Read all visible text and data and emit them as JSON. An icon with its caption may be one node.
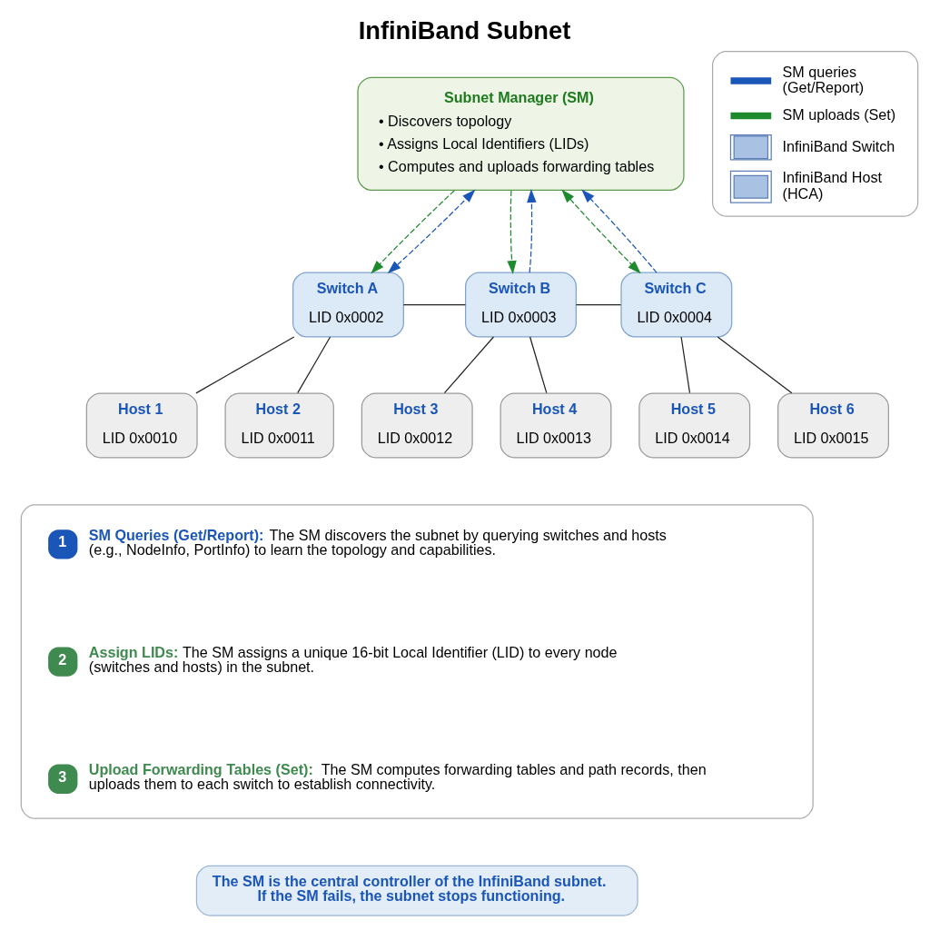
{
  "diagram": {
    "title": "InfiniBand Subnet",
    "nodes": [
      {
        "text": [
          "Subnet Manager (SM)",
          "• Discovers topology",
          "• Assigns Local Identifiers (LIDs)",
          "• Computes and uploads forwarding tables"
        ]
      },
      {
        "text": [
          "Switch A",
          "LID 0x0002"
        ]
      },
      {
        "text": [
          "Switch B",
          "LID 0x0003"
        ]
      },
      {
        "text": [
          "Switch C",
          "LID 0x0004"
        ]
      },
      {
        "text": [
          "Host 1",
          "LID 0x0010"
        ]
      },
      {
        "text": [
          "Host 2",
          "LID 0x0011"
        ]
      },
      {
        "text": [
          "Host 3",
          "LID 0x0012"
        ]
      },
      {
        "text": [
          "Host 4",
          "LID 0x0013"
        ]
      },
      {
        "text": [
          "Host 5",
          "LID 0x0014"
        ]
      },
      {
        "text": [
          "Host 6",
          "LID 0x0015"
        ]
      },
      {
        "text": [],
        "shape": "box"
      },
      {
        "text": [
          "1"
        ],
        "in": 10,
        "beside": [
          "**SM Queries (Get/Report):** The SM discovers the subnet by querying switches and hosts (e.g., NodeInfo, PortInfo) to learn the topology and capabilities."
        ]
      },
      {
        "text": [
          "2"
        ],
        "in": 10,
        "beside": [
          "**Assign LIDs:** The SM assigns a unique 16-bit Local Identifier (LID) to every node (switches and hosts) in the subnet."
        ]
      },
      {
        "text": [
          "3"
        ],
        "in": 10,
        "beside": [
          "**Upload Forwarding Tables (Set):** The SM computes forwarding tables and path records, then uploads them to each switch to establish connectivity."
        ]
      },
      {
        "text": [
          "The SM is the central controller of the InfiniBand subnet.",
          "If the SM fails, the subnet stops functioning."
        ]
      }
    ],
    "edges": [
      {
        "from": 0,
        "to": 1,
        "arrow": "to",
        "style": "dashed",
        "color": "#1e8a2e"
      },
      {
        "from": 1,
        "to": 0,
        "arrow": "both",
        "style": "dashed",
        "color": "#1a56b8"
      },
      {
        "from": 0,
        "to": 2,
        "arrow": "to",
        "style": "dashed",
        "color": "#1e8a2e"
      },
      {
        "from": 2,
        "to": 0,
        "arrow": "to",
        "style": "dashed",
        "color": "#1a56b8"
      },
      {
        "from": 3,
        "to": 0,
        "arrow": "to",
        "style": "dashed",
        "color": "#1a56b8"
      },
      {
        "from": 0,
        "to": 3,
        "arrow": "both",
        "style": "dashed",
        "color": "#1e8a2e"
      },
      {
        "from": 1,
        "to": 2,
        "arrow": "none"
      },
      {
        "from": 2,
        "to": 3,
        "arrow": "none"
      },
      {
        "from": 1,
        "to": 4,
        "arrow": "none"
      },
      {
        "from": 1,
        "to": 5,
        "arrow": "none"
      },
      {
        "from": 2,
        "to": 6,
        "arrow": "none"
      },
      {
        "from": 2,
        "to": 7,
        "arrow": "none"
      },
      {
        "from": 3,
        "to": 8,
        "arrow": "none"
      },
      {
        "from": 3,
        "to": 9,
        "arrow": "none"
      }
    ],
    "legend": [
      {
        "text": "SM queries (Get/Report)",
        "color": "#1a56b8"
      },
      {
        "text": "SM uploads (Set)",
        "color": "#1e8a2e"
      },
      {
        "text": "InfiniBand Switch"
      },
      {
        "text": "InfiniBand Host (HCA)"
      }
    ]
  }
}
